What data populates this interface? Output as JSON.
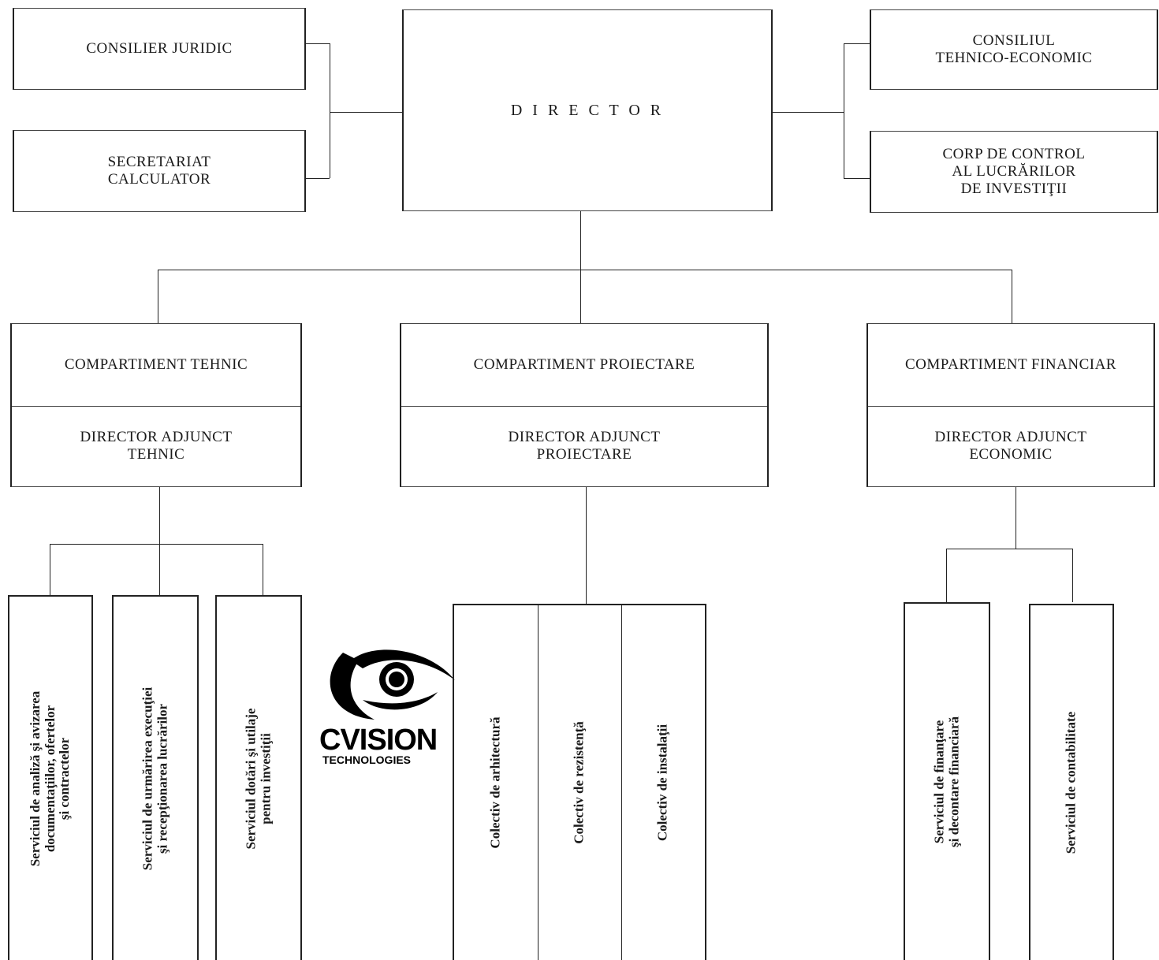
{
  "top_left": {
    "consilier": "CONSILIER JURIDIC",
    "secretariat": "SECRETARIAT\nCALCULATOR"
  },
  "director": "D I R E C T O R",
  "top_right": {
    "consiliul": "CONSILIUL\nTEHNICO-ECONOMIC",
    "corp": "CORP DE CONTROL\nAL LUCRĂRILOR\nDE INVESTIŢII"
  },
  "departments": [
    {
      "title": "COMPARTIMENT TEHNIC",
      "deputy": "DIRECTOR ADJUNCT\nTEHNIC"
    },
    {
      "title": "COMPARTIMENT PROIECTARE",
      "deputy": "DIRECTOR ADJUNCT\nPROIECTARE"
    },
    {
      "title": "COMPARTIMENT FINANCIAR",
      "deputy": "DIRECTOR ADJUNCT\nECONOMIC"
    }
  ],
  "tehnic_units": [
    "Serviciul de analiză şi avizarea\ndocumentaţiilor, ofertelor\nşi contractelor",
    "Serviciul de urmărirea execuţiei\nşi recepţionarea lucrărilor",
    "Serviciul dotări şi utilaje\npentru investiţii"
  ],
  "proiectare_units": [
    "Colectiv de arhitectură",
    "Colectiv de rezistenţă",
    "Colectiv de instalaţii"
  ],
  "financiar_units": [
    "Serviciul de finanţare\nşi decontare financiară",
    "Serviciul de contabilitate"
  ],
  "watermark": {
    "word": "CVISION",
    "sub": "TECHNOLOGIES"
  }
}
